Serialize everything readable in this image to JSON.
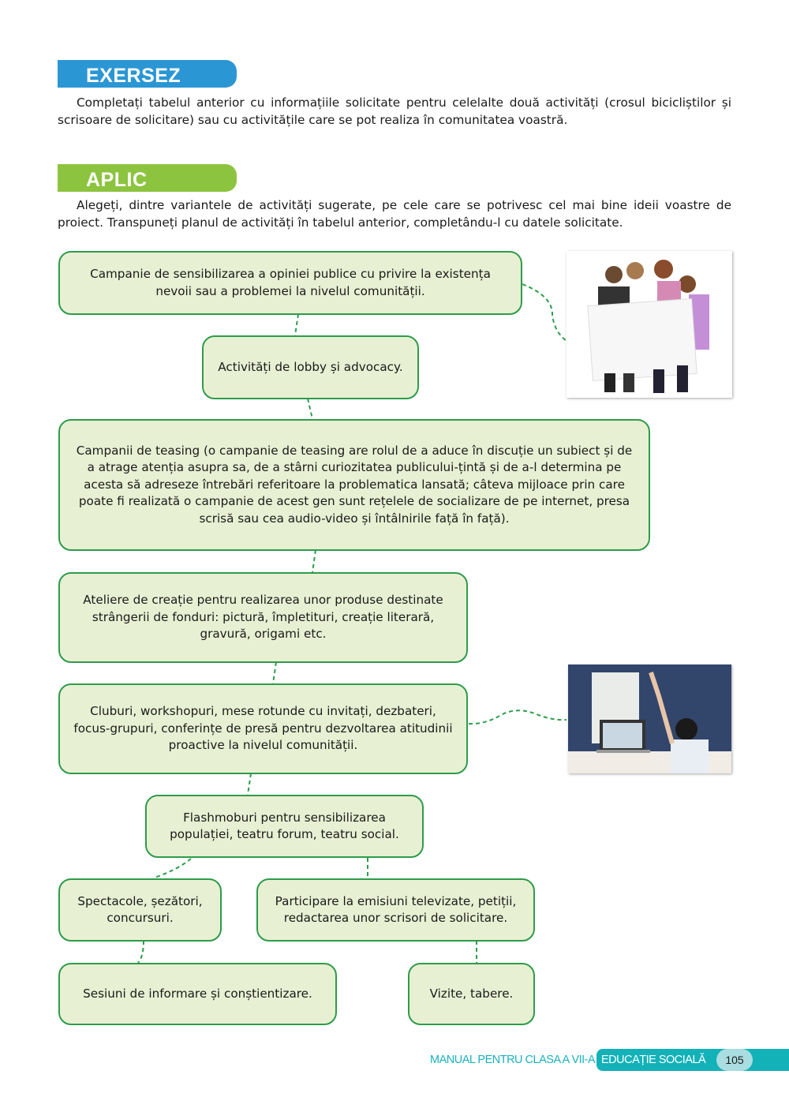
{
  "exersez": {
    "title": "EXERSEZ",
    "text": "Completați tabelul anterior cu informațiile solicitate pentru celelalte două activități (crosul bicicliștilor și scrisoare de solicitare) sau cu activitățile care se pot realiza în comunitatea voastră."
  },
  "aplic": {
    "title": "APLIC",
    "text": "Alegeți, dintre variantele de activități sugerate, pe cele care se potrivesc cel mai bine ideii voastre de proiect. Transpuneți planul de activități în tabelul anterior, completându-l cu datele solicitate."
  },
  "activities": [
    "Campanie de sensibilizarea a opiniei publice cu privire la existența nevoii sau a problemei la nivelul comunității.",
    "Activități de lobby și advocacy.",
    "Campanii de teasing (o campanie de teasing are rolul de a aduce în discuție un subiect și de a atrage atenția asupra sa, de a stârni curiozitatea publicului-țintă și de a-l determina pe acesta să adreseze întrebări referitoare la problematica lansată; câteva mijloace prin care poate fi realizată o campanie de acest gen sunt rețelele de socializare de pe internet, presa scrisă sau cea audio-video și întâlnirile față în față).",
    "Ateliere de creație pentru realizarea unor produse destinate strângerii de fonduri: pictură, împletituri, creație literară, gravură, origami etc.",
    "Cluburi, workshopuri, mese rotunde cu invitați, dezbateri, focus-grupuri, conferințe de presă pentru dezvoltarea atitudinii proactive la nivelul comunității.",
    "Flashmoburi pentru sensibilizarea populației, teatru forum, teatru social.",
    "Spectacole, șezători, concursuri.",
    "Participare la emisiuni televizate, petiții, redactarea unor scrisori de solicitare.",
    "Sesiuni de informare și conștientizare.",
    "Vizite, tabere."
  ],
  "footer": {
    "manual": "MANUAL PENTRU CLASA A VII-A",
    "subject": "EDUCAȚIE SOCIALĂ",
    "page": "105"
  },
  "colors": {
    "exersez": "#2b96d4",
    "aplic": "#8cc43f",
    "box_fill": "#e8f0d3",
    "box_border": "#2d9c4b",
    "footer": "#13b2b8"
  }
}
